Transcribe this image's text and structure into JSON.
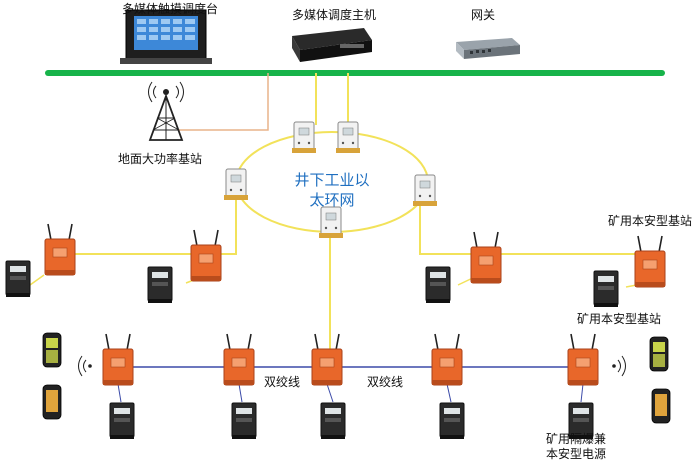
{
  "labels": {
    "console": "多媒体触摸调度台",
    "host": "多媒体调度主机",
    "gateway": "网关",
    "ground_station": "地面大功率基站",
    "ring_line1": "井下工业以",
    "ring_line2": "太环网",
    "mine_station_a": "矿用本安型基站",
    "mine_station_b": "矿用本安型基站",
    "twisted_pair_a": "双绞线",
    "twisted_pair_b": "双绞线",
    "power_line1": "矿用隔爆兼",
    "power_line2": "本安型电源"
  },
  "colors": {
    "backbone": "#17b34a",
    "fiber": "#f2e25a",
    "ground_link": "#e9b48a",
    "twisted_pair": "#3b4aa8",
    "station_body": "#e8672a",
    "ring_label": "#1f6fc0"
  },
  "icons": {
    "station": "base-station-icon",
    "switch": "ring-switch-icon",
    "power": "power-supply-icon",
    "phone": "mine-phone-icon",
    "tower": "tower-icon"
  }
}
